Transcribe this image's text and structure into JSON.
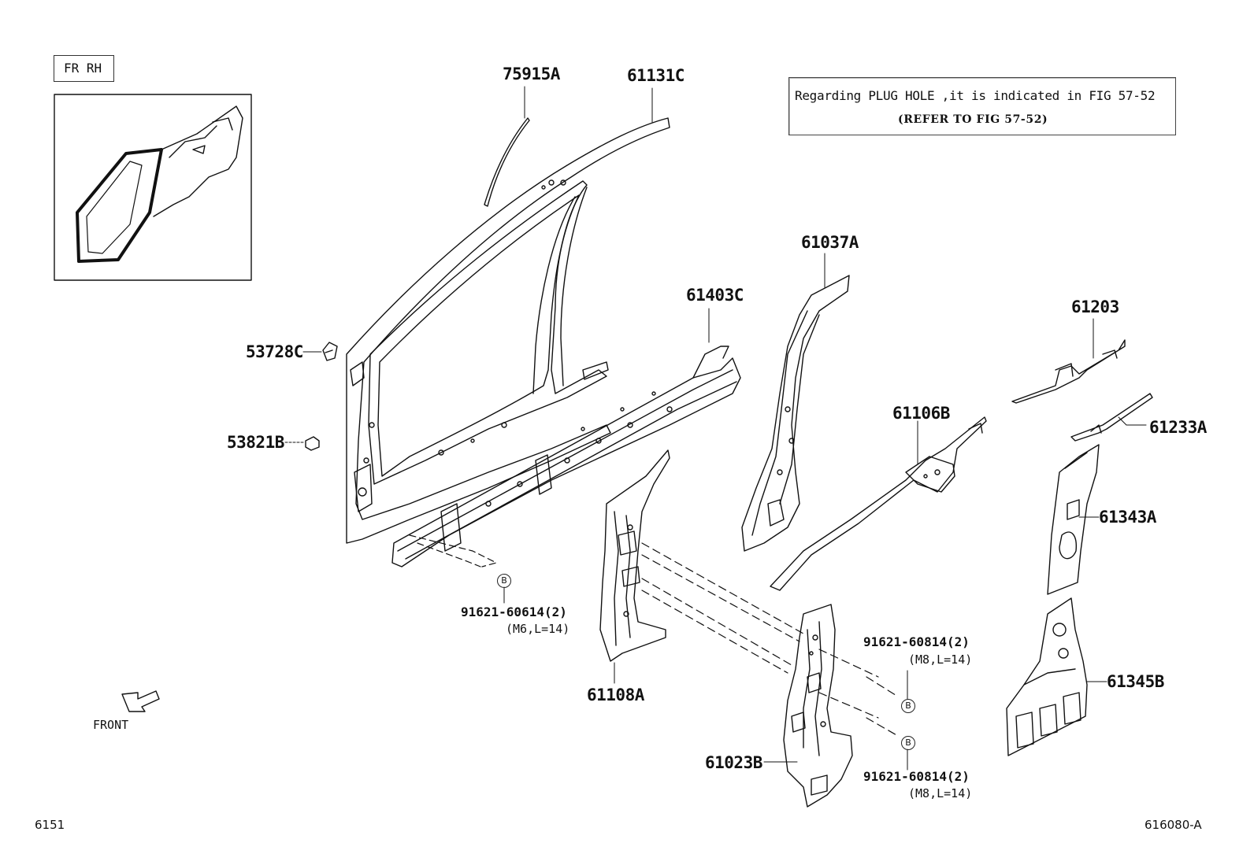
{
  "inset_label": "FR RH",
  "note": {
    "line1": "Regarding PLUG HOLE ,it is indicated in FIG 57-52",
    "line2": "(REFER TO FIG 57-52)"
  },
  "parts": {
    "p75915A": "75915A",
    "p61131C": "61131C",
    "p61037A": "61037A",
    "p61403C": "61403C",
    "p61203": "61203",
    "p53728C": "53728C",
    "p53821B": "53821B",
    "p61106B": "61106B",
    "p61233A": "61233A",
    "p61343A": "61343A",
    "p61108A": "61108A",
    "p61345B": "61345B",
    "p61023B": "61023B"
  },
  "bolts": {
    "b1_part": "91621-60614(2)",
    "b1_spec": "(M6,L=14)",
    "b2_part": "91621-60814(2)",
    "b2_spec": "(M8,L=14)",
    "b3_part": "91621-60814(2)",
    "b3_spec": "(M8,L=14)",
    "marker": "B"
  },
  "front_label": "FRONT",
  "footer": {
    "left": "6151",
    "right": "616080-A"
  }
}
